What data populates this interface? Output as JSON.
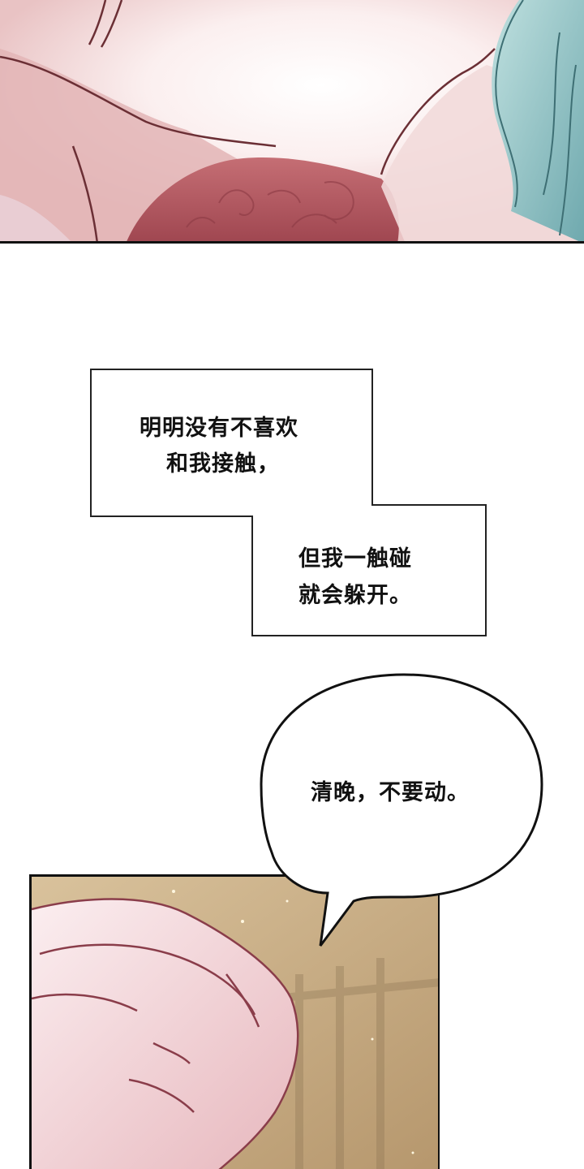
{
  "captions": [
    {
      "lines": [
        "明明没有不喜欢",
        "和我接触，"
      ]
    },
    {
      "lines": [
        "但我一触碰",
        "就会躲开。"
      ]
    }
  ],
  "speech_bubble": {
    "text": "清晚，不要动。"
  },
  "colors": {
    "skin_light": "#f6e6e6",
    "skin_shadow": "#d9a7a8",
    "dress_red": "#b3545e",
    "hair_teal": "#8fc2c4",
    "background_tan": "#c9b08a",
    "ink": "#111111"
  }
}
